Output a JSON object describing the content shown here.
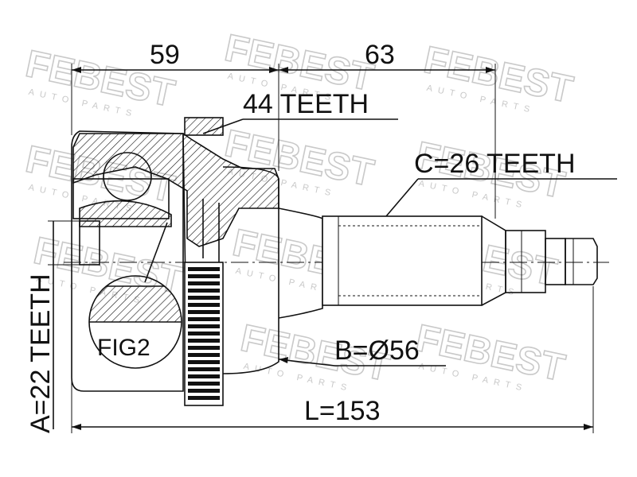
{
  "brand": {
    "name": "FEBEST",
    "subtitle": "AUTO PARTS"
  },
  "labels": {
    "dim_59": "59",
    "dim_63": "63",
    "outer_teeth": "44 TEETH",
    "shaft_teeth": "C=26 TEETH",
    "seal_diameter": "B=Ø56",
    "length": "L=153",
    "inner_teeth": "A=22 TEETH",
    "fig": "FIG2"
  }
}
